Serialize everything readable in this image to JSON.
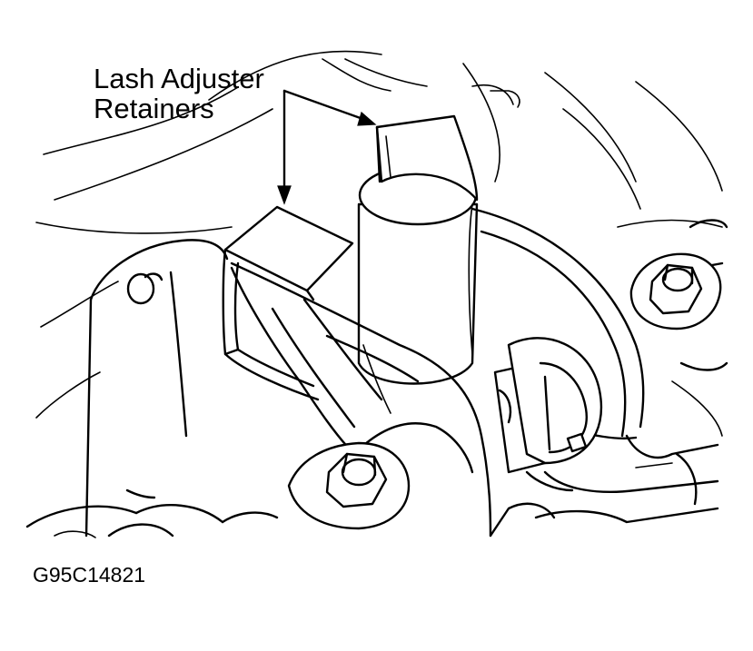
{
  "callout": {
    "line1": "Lash Adjuster",
    "line2": "Retainers"
  },
  "figure_id": "G95C14821",
  "colors": {
    "ink": "#000000",
    "paper": "#ffffff"
  }
}
